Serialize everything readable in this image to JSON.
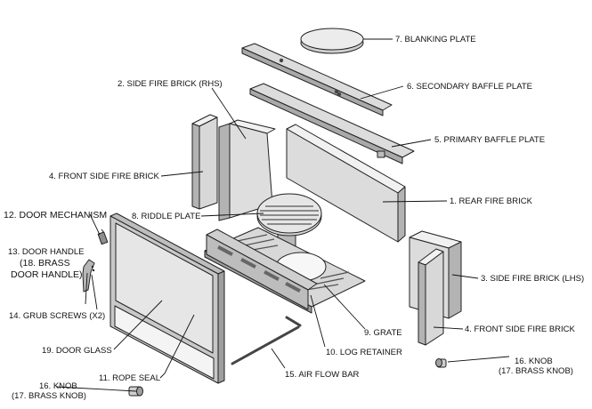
{
  "labels": {
    "blanking_plate": "7. BLANKING PLATE",
    "secondary_baffle": "6. SECONDARY BAFFLE PLATE",
    "primary_baffle": "5. PRIMARY BAFFLE PLATE",
    "side_fire_brick_rhs": "2. SIDE FIRE BRICK (RHS)",
    "front_side_fire_brick_left": "4. FRONT SIDE FIRE BRICK",
    "rear_fire_brick": "1. REAR FIRE BRICK",
    "door_mechanism": "12. DOOR MECHANISM",
    "riddle_plate": "8. RIDDLE PLATE",
    "door_handle_line1": "13. DOOR HANDLE",
    "door_handle_line2": "(18. BRASS",
    "door_handle_line3": "DOOR HANDLE)",
    "grub_screws": "14. GRUB SCREWS (X2)",
    "door_glass": "19. DOOR GLASS",
    "rope_seal": "11. ROPE SEAL",
    "knob_left_line1": "16. KNOB",
    "knob_left_line2": "(17. BRASS KNOB)",
    "side_fire_brick_lhs": "3. SIDE FIRE BRICK (LHS)",
    "front_side_fire_brick_right": "4. FRONT SIDE FIRE BRICK",
    "grate": "9. GRATE",
    "log_retainer": "10. LOG RETAINER",
    "air_flow_bar": "15. AIR FLOW BAR",
    "knob_right_line1": "16. KNOB",
    "knob_right_line2": "(17. BRASS KNOB)"
  }
}
